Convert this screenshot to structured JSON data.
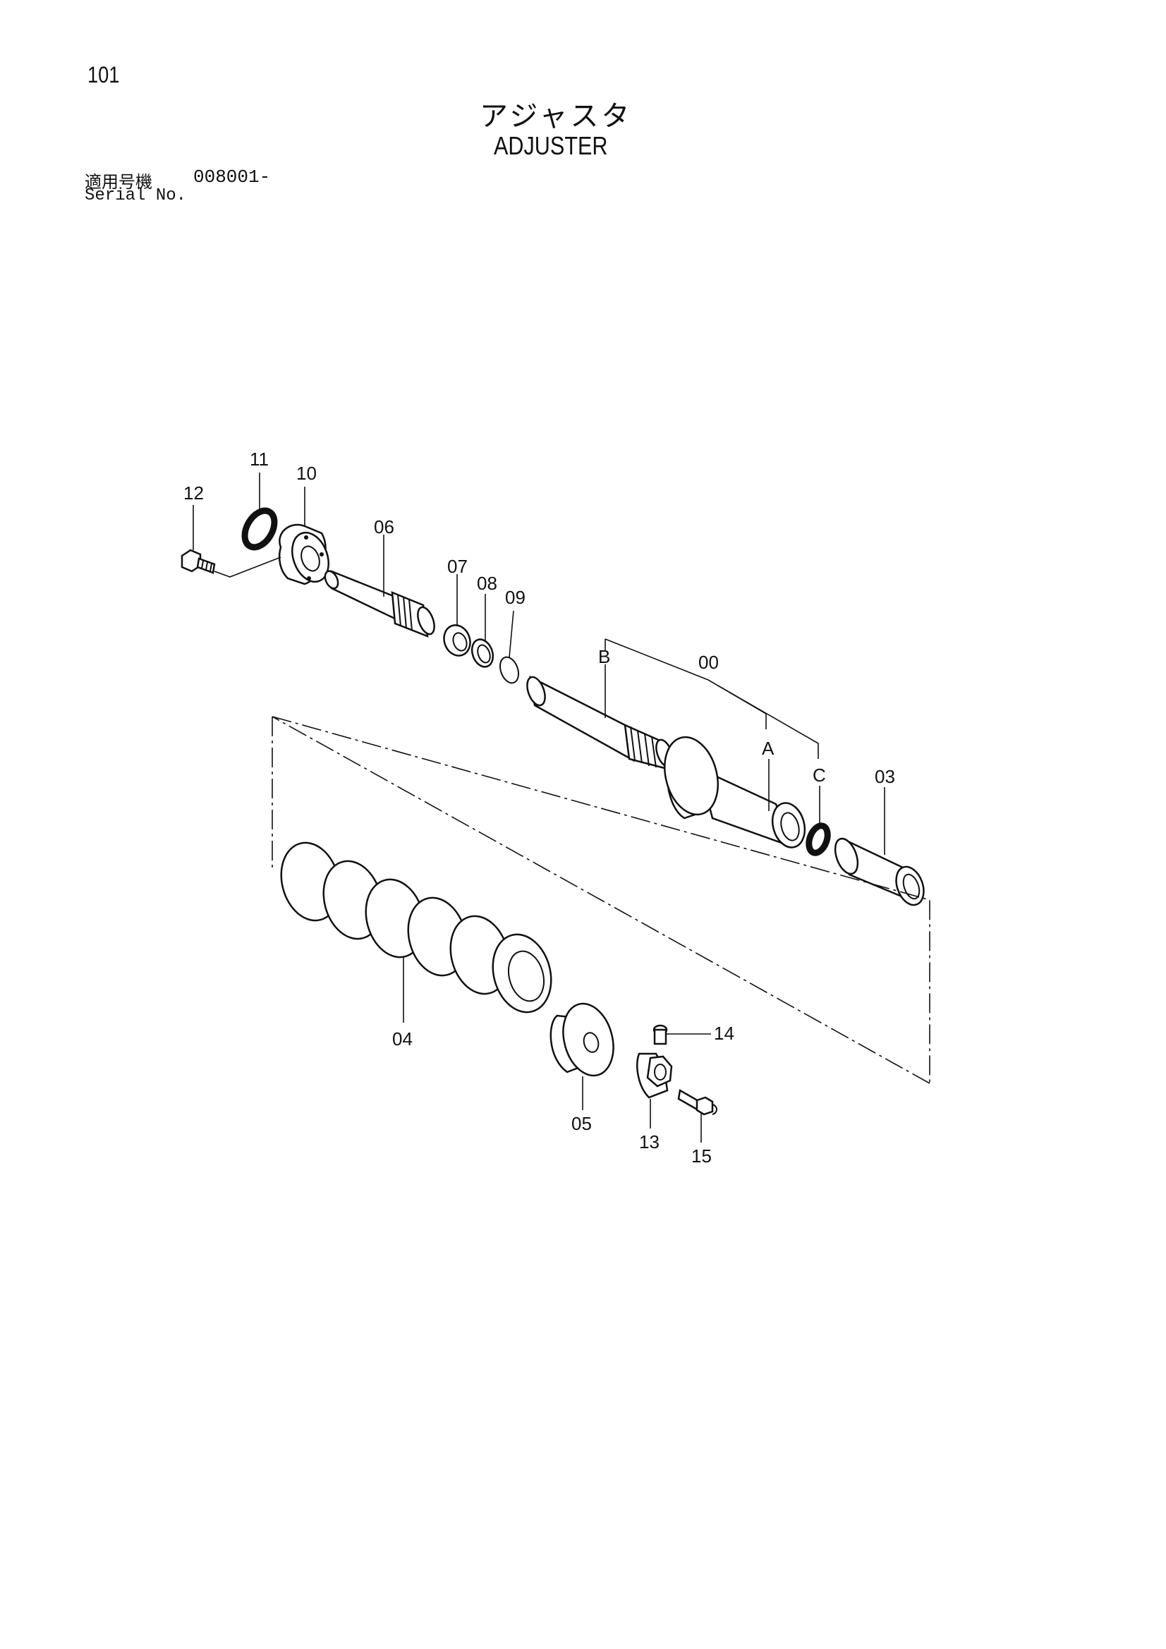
{
  "header": {
    "page_number": "101",
    "title_jp": "アジャスタ",
    "title_en": "ADJUSTER",
    "serial_label_jp": "適用号機",
    "serial_value": "008001-",
    "serial_label_en": "Serial No."
  },
  "callouts": [
    "11",
    "10",
    "12",
    "06",
    "07",
    "08",
    "09",
    "B",
    "00",
    "A",
    "C",
    "03",
    "04",
    "05",
    "14",
    "13",
    "15"
  ]
}
